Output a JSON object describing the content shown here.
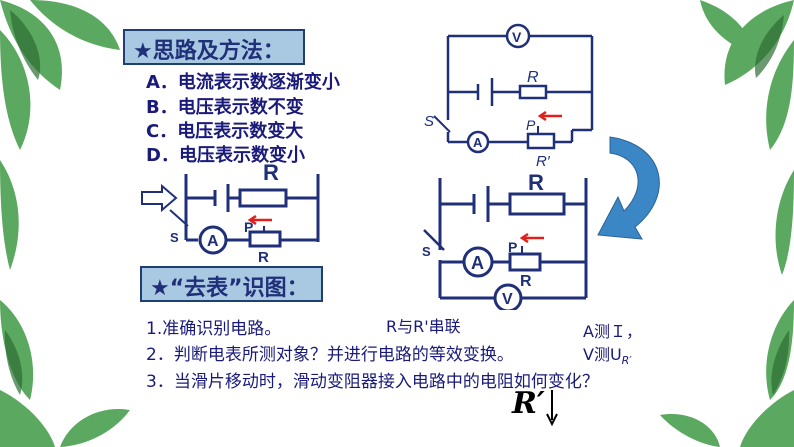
{
  "heading1": "★思路及方法：",
  "options": [
    "A．电流表示数逐渐变小",
    "B．电压表示数不变",
    "C．电压表示数变大",
    "D．电压表示数变小"
  ],
  "heading2": "★“去表”识图：",
  "steps": [
    "1.准确识别电路。",
    "2．判断电表所测对象？并进行电路的等效变换。",
    "3．当滑片移动时，滑动变阻器接入电路中的电阻如何变化？"
  ],
  "series_note": "R与R'串联",
  "meter_note_a": "A测Ｉ，",
  "meter_note_v": "V测U",
  "meter_note_v_sub": "R′",
  "result_symbol": "R′",
  "circuit_labels": {
    "resistor": "R",
    "rheostat": "R",
    "rheostat_prime": "R′",
    "slider": "P",
    "switch": "S",
    "ammeter": "A",
    "voltmeter": "V"
  },
  "colors": {
    "navy": "#1f2f78",
    "accent_red": "#e0201b",
    "leaf_green": "#3f9a45",
    "arrow_blue": "#3b86c4",
    "heading_bg": "#a9c9e3"
  }
}
